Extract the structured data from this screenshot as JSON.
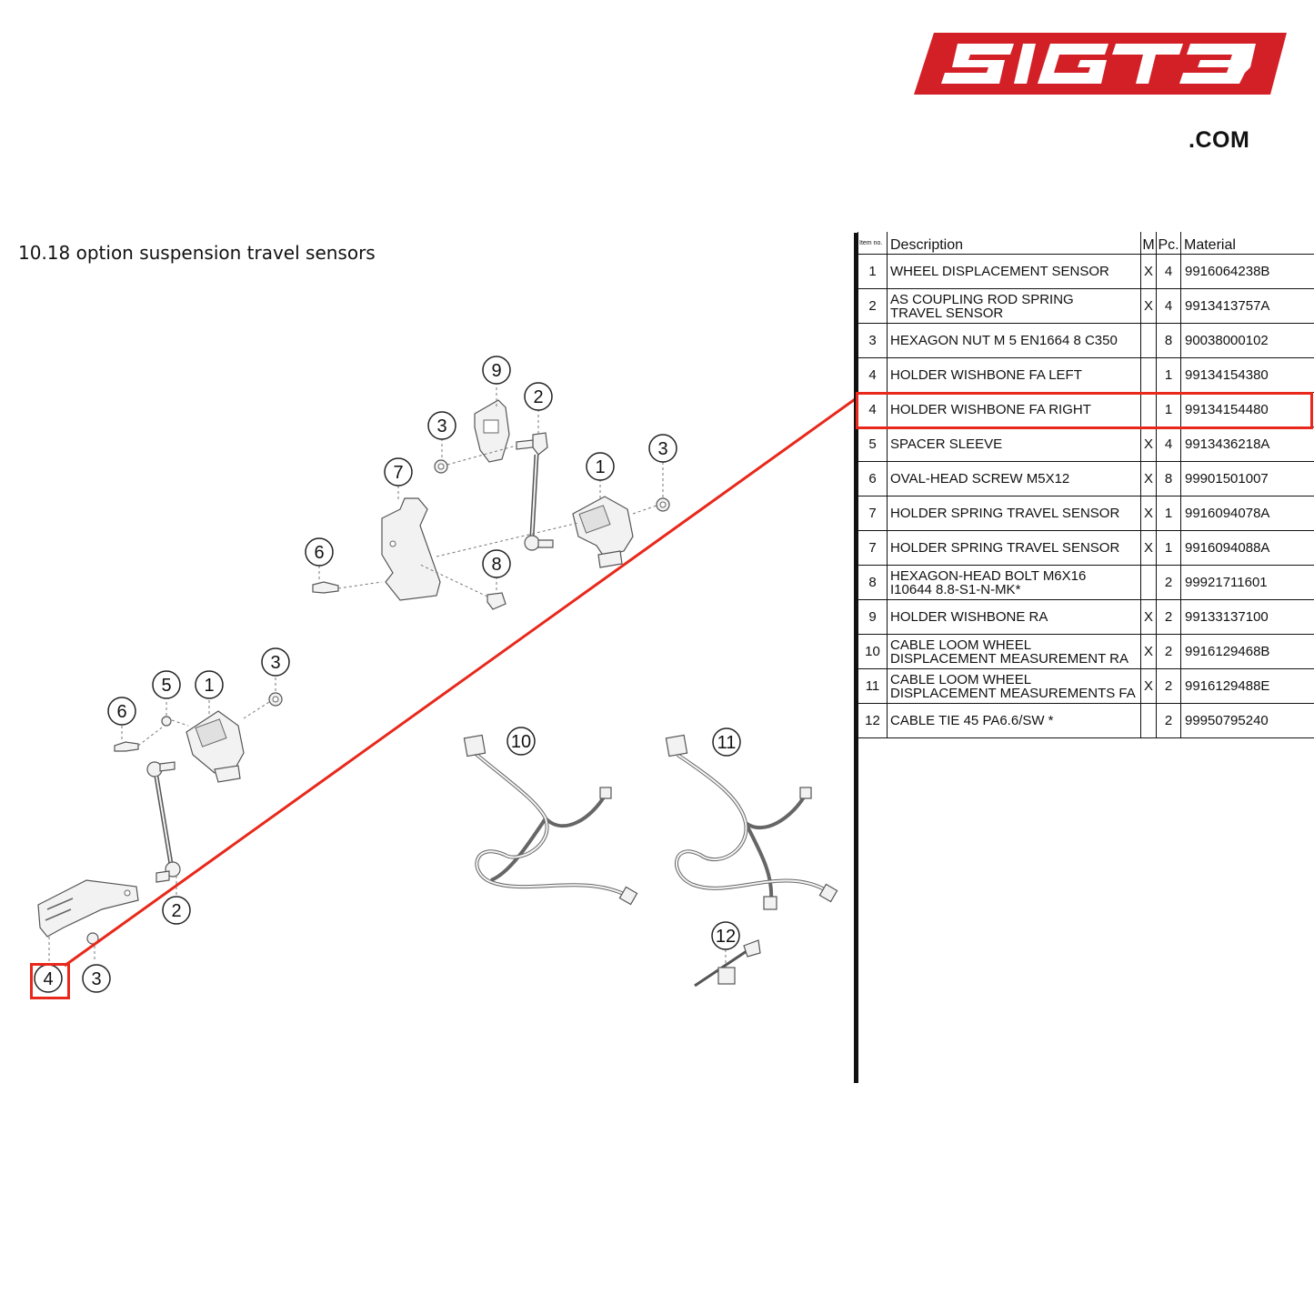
{
  "logo": {
    "text": "SIGT3",
    "domain": ".COM",
    "color": "#d32027"
  },
  "section": {
    "title": "10.18  option suspension travel sensors"
  },
  "table": {
    "headers": {
      "item": "Item no.",
      "description": "Description",
      "m": "M",
      "pc": "Pc.",
      "material": "Material"
    },
    "rows": [
      {
        "item": "1",
        "description": [
          "WHEEL DISPLACEMENT SENSOR"
        ],
        "m": "X",
        "pc": "4",
        "material": "9916064238B"
      },
      {
        "item": "2",
        "description": [
          "AS COUPLING ROD SPRING",
          "TRAVEL SENSOR"
        ],
        "m": "X",
        "pc": "4",
        "material": "9913413757A"
      },
      {
        "item": "3",
        "description": [
          "HEXAGON NUT M 5 EN1664 8 C350"
        ],
        "m": "",
        "pc": "8",
        "material": "90038000102"
      },
      {
        "item": "4",
        "description": [
          "HOLDER WISHBONE FA LEFT"
        ],
        "m": "",
        "pc": "1",
        "material": "99134154380"
      },
      {
        "item": "4",
        "description": [
          "HOLDER WISHBONE FA RIGHT"
        ],
        "m": "",
        "pc": "1",
        "material": "99134154480"
      },
      {
        "item": "5",
        "description": [
          "SPACER SLEEVE"
        ],
        "m": "X",
        "pc": "4",
        "material": "9913436218A"
      },
      {
        "item": "6",
        "description": [
          "OVAL-HEAD SCREW M5X12"
        ],
        "m": "X",
        "pc": "8",
        "material": "99901501007"
      },
      {
        "item": "7",
        "description": [
          "HOLDER SPRING TRAVEL SENSOR"
        ],
        "m": "X",
        "pc": "1",
        "material": "9916094078A"
      },
      {
        "item": "7",
        "description": [
          "HOLDER SPRING TRAVEL SENSOR"
        ],
        "m": "X",
        "pc": "1",
        "material": "9916094088A"
      },
      {
        "item": "8",
        "description": [
          "HEXAGON-HEAD BOLT M6X16",
          "I10644 8.8-S1-N-MK*"
        ],
        "m": "",
        "pc": "2",
        "material": "99921711601"
      },
      {
        "item": "9",
        "description": [
          "HOLDER WISHBONE RA"
        ],
        "m": "X",
        "pc": "2",
        "material": "99133137100"
      },
      {
        "item": "10",
        "description": [
          "CABLE LOOM WHEEL",
          "DISPLACEMENT MEASUREMENT RA"
        ],
        "m": "X",
        "pc": "2",
        "material": "9916129468B"
      },
      {
        "item": "11",
        "description": [
          "CABLE LOOM WHEEL",
          "DISPLACEMENT MEASUREMENTS FA"
        ],
        "m": "X",
        "pc": "2",
        "material": "9916129488E"
      },
      {
        "item": "12",
        "description": [
          "CABLE TIE 45 PA6.6/SW *"
        ],
        "m": "",
        "pc": "2",
        "material": "99950795240"
      }
    ],
    "highlighted_row_index": 4
  },
  "diagram": {
    "highlight_color": "#e8281b",
    "highlighted_callout": "4",
    "callouts": [
      "9",
      "2",
      "3",
      "3",
      "7",
      "1",
      "6",
      "8",
      "5",
      "1",
      "3",
      "6",
      "2",
      "4",
      "3",
      "10",
      "11",
      "12"
    ]
  }
}
